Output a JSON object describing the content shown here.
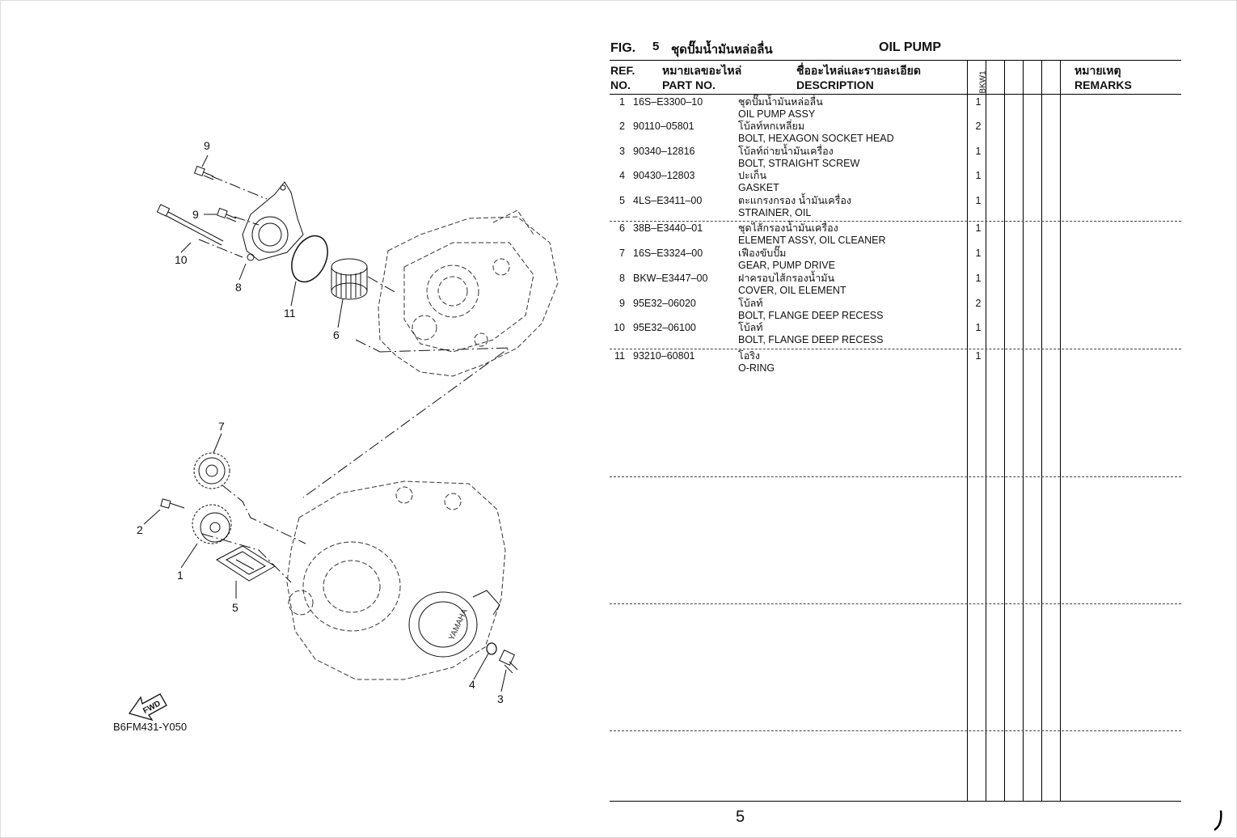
{
  "fig": {
    "label": "FIG.",
    "number": "5",
    "title_thai": "ชุดปั๊มน้ำมันหล่อลื่น",
    "title_english": "OIL PUMP"
  },
  "table_headers": {
    "ref_line1": "REF.",
    "ref_line2": "NO.",
    "part_thai": "หมายเลขอะไหล่",
    "part_english": "PART NO.",
    "desc_thai": "ชื่ออะไหล่และรายละเอียด",
    "desc_english": "DESCRIPTION",
    "model_code": "BKW1",
    "remarks_thai": "หมายเหตุ",
    "remarks_english": "REMARKS"
  },
  "parts": [
    {
      "ref": "1",
      "part_no": "16S–E3300–10",
      "name_thai": "ชุดปั๊มน้ำมันหล่อลื่น",
      "name_english": "OIL PUMP ASSY",
      "qty": "1"
    },
    {
      "ref": "2",
      "part_no": "90110–05801",
      "name_thai": "โบ้ลท์หกเหลี่ยม",
      "name_english": "BOLT, HEXAGON SOCKET HEAD",
      "qty": "2"
    },
    {
      "ref": "3",
      "part_no": "90340–12816",
      "name_thai": "โบ้ลท์ถ่ายน้ำมันเครื่อง",
      "name_english": "BOLT, STRAIGHT SCREW",
      "qty": "1"
    },
    {
      "ref": "4",
      "part_no": "90430–12803",
      "name_thai": "ปะเก็น",
      "name_english": "GASKET",
      "qty": "1"
    },
    {
      "ref": "5",
      "part_no": "4LS–E3411–00",
      "name_thai": "ตะแกรงกรอง น้ำมันเครื่อง",
      "name_english": "STRAINER, OIL",
      "qty": "1"
    },
    {
      "ref": "6",
      "part_no": "38B–E3440–01",
      "name_thai": "ชุดไส้กรองน้ำมันเครื่อง",
      "name_english": "ELEMENT ASSY, OIL CLEANER",
      "qty": "1"
    },
    {
      "ref": "7",
      "part_no": "16S–E3324–00",
      "name_thai": "เฟืองขับปั๊ม",
      "name_english": "GEAR, PUMP DRIVE",
      "qty": "1"
    },
    {
      "ref": "8",
      "part_no": "BKW–E3447–00",
      "name_thai": "ฝาครอบไส้กรองน้ำมัน",
      "name_english": "COVER, OIL ELEMENT",
      "qty": "1"
    },
    {
      "ref": "9",
      "part_no": "95E32–06020",
      "name_thai": "โบ้ลท์",
      "name_english": "BOLT, FLANGE DEEP RECESS",
      "qty": "2"
    },
    {
      "ref": "10",
      "part_no": "95E32–06100",
      "name_thai": "โบ้ลท์",
      "name_english": "BOLT, FLANGE DEEP RECESS",
      "qty": "1"
    },
    {
      "ref": "11",
      "part_no": "93210–60801",
      "name_thai": "โอริง",
      "name_english": "O-RING",
      "qty": "1"
    }
  ],
  "diagram": {
    "code": "B6FM431-Y050",
    "fwd_label": "FWD",
    "brand_label": "YAMAHA",
    "callouts": [
      "9",
      "9",
      "10",
      "8",
      "11",
      "6",
      "7",
      "2",
      "1",
      "5",
      "4",
      "3"
    ]
  },
  "page_number": "5"
}
